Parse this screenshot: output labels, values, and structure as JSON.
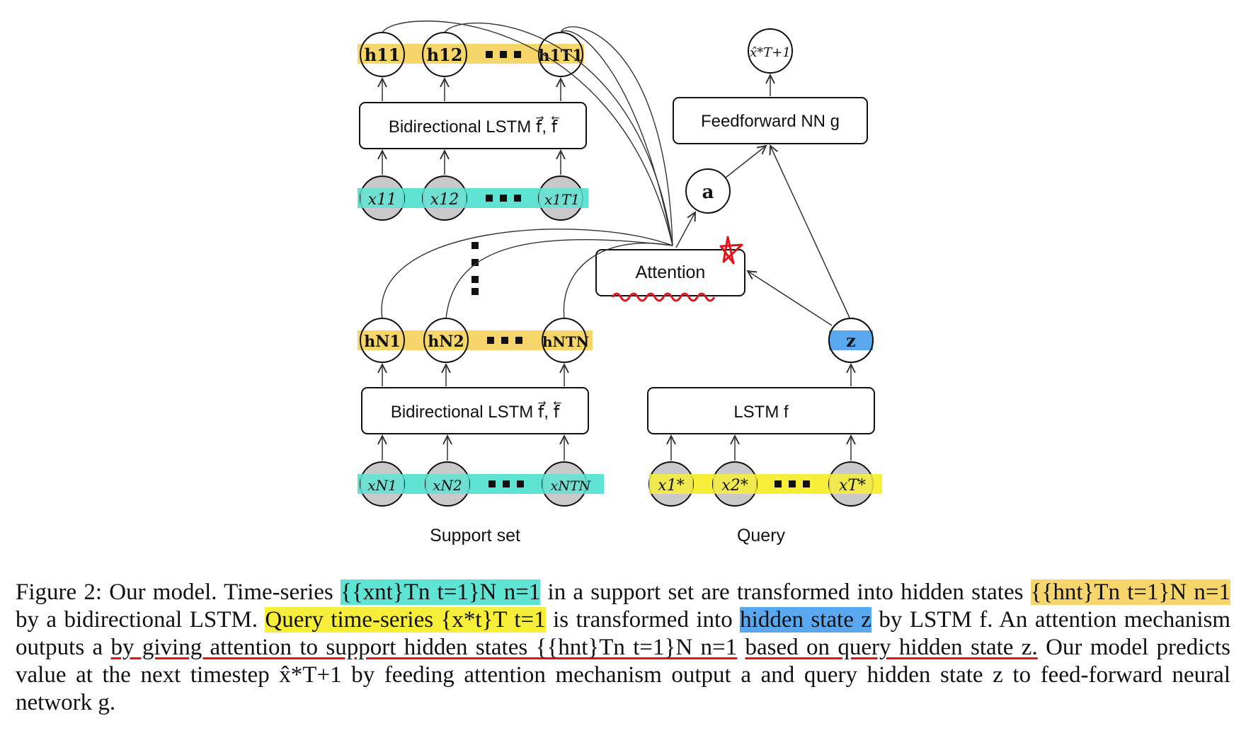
{
  "diagram": {
    "top_block": {
      "hidden_nodes": [
        "h11",
        "h12",
        "h1T1"
      ],
      "lstm_label": "Bidirectional LSTM f⃗, f⃖",
      "input_nodes": [
        "x11",
        "x12",
        "x1T1"
      ]
    },
    "bottom_block": {
      "hidden_nodes": [
        "hN1",
        "hN2",
        "hNTN"
      ],
      "lstm_label": "Bidirectional LSTM f⃗, f⃖",
      "input_nodes": [
        "xN1",
        "xN2",
        "xNTN"
      ]
    },
    "query_block": {
      "lstm_label": "LSTM f",
      "input_nodes": [
        "x1*",
        "x2*",
        "xT*"
      ],
      "hidden_node": "z"
    },
    "attention_label": "Attention",
    "a_node": "a",
    "ffnn_label": "Feedforward NN g",
    "output_node": "x̂*T+1",
    "support_set_label": "Support set",
    "query_label": "Query",
    "colors": {
      "hidden_highlight": "#f6d66a",
      "input_highlight": "#5fe3d3",
      "query_highlight": "#f7ee3a",
      "z_highlight": "#5aa9f0",
      "node_fill": "#c9c9c9",
      "red_mark": "#e0141b"
    }
  },
  "caption": {
    "figure_label": "Figure 2:",
    "s1": "Our model. Time-series",
    "math1": "{{xnt}Tn t=1}N n=1",
    "s2": "in a support set are transformed into hidden states",
    "math2": "{{hnt}Tn t=1}N n=1",
    "s3": "by a bidirectional LSTM.",
    "s4": "Query time-series {x*t}T t=1",
    "s5": "is transformed into",
    "s6": "hidden state z",
    "s7": "by LSTM f. An attention mechanism outputs a",
    "s8": "by giving attention to support hidden states {{hnt}Tn t=1}N n=1",
    "s9": "based on query hidden state z.",
    "s10": "Our model predicts value at the next timestep x̂*T+1 by feeding attention mechanism output a and query hidden state z to feed-forward neural network g."
  }
}
